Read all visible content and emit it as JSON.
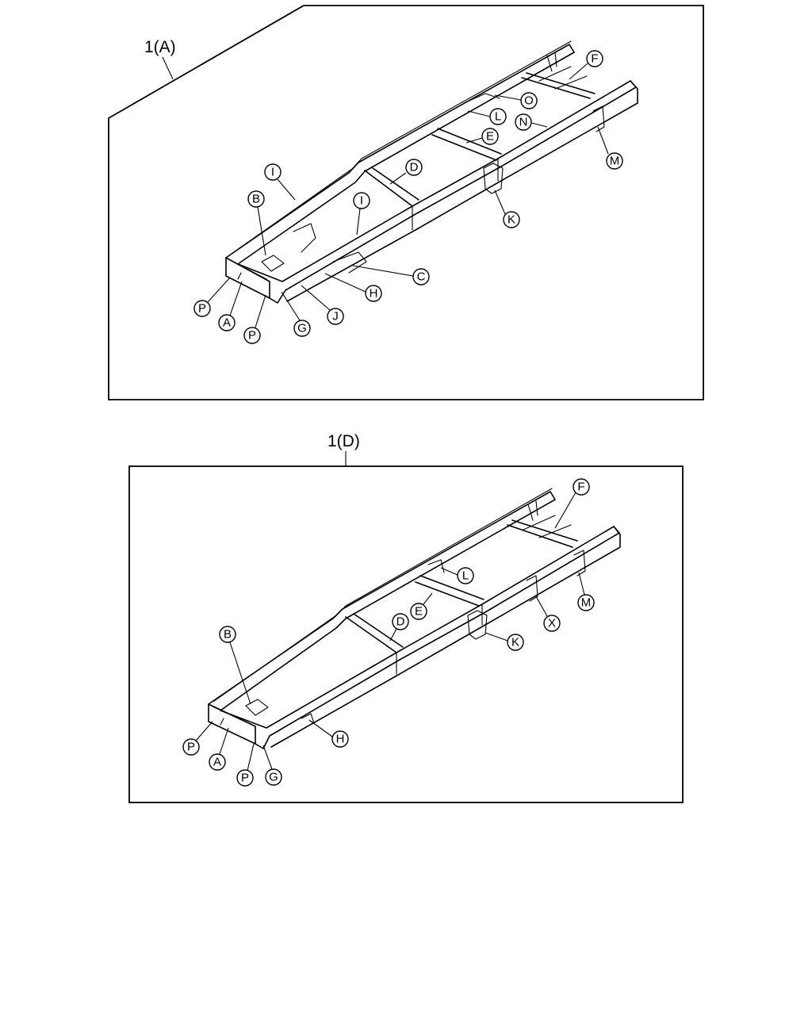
{
  "panels": [
    {
      "id": "panel-1a",
      "title": "1(A)",
      "callouts": [
        "F",
        "O",
        "L",
        "N",
        "E",
        "M",
        "I",
        "D",
        "B",
        "I",
        "K",
        "C",
        "H",
        "P",
        "A",
        "J",
        "G",
        "P"
      ]
    },
    {
      "id": "panel-1d",
      "title": "1(D)",
      "callouts": [
        "F",
        "L",
        "E",
        "D",
        "X",
        "M",
        "K",
        "B",
        "H",
        "P",
        "A",
        "P",
        "G"
      ]
    }
  ]
}
